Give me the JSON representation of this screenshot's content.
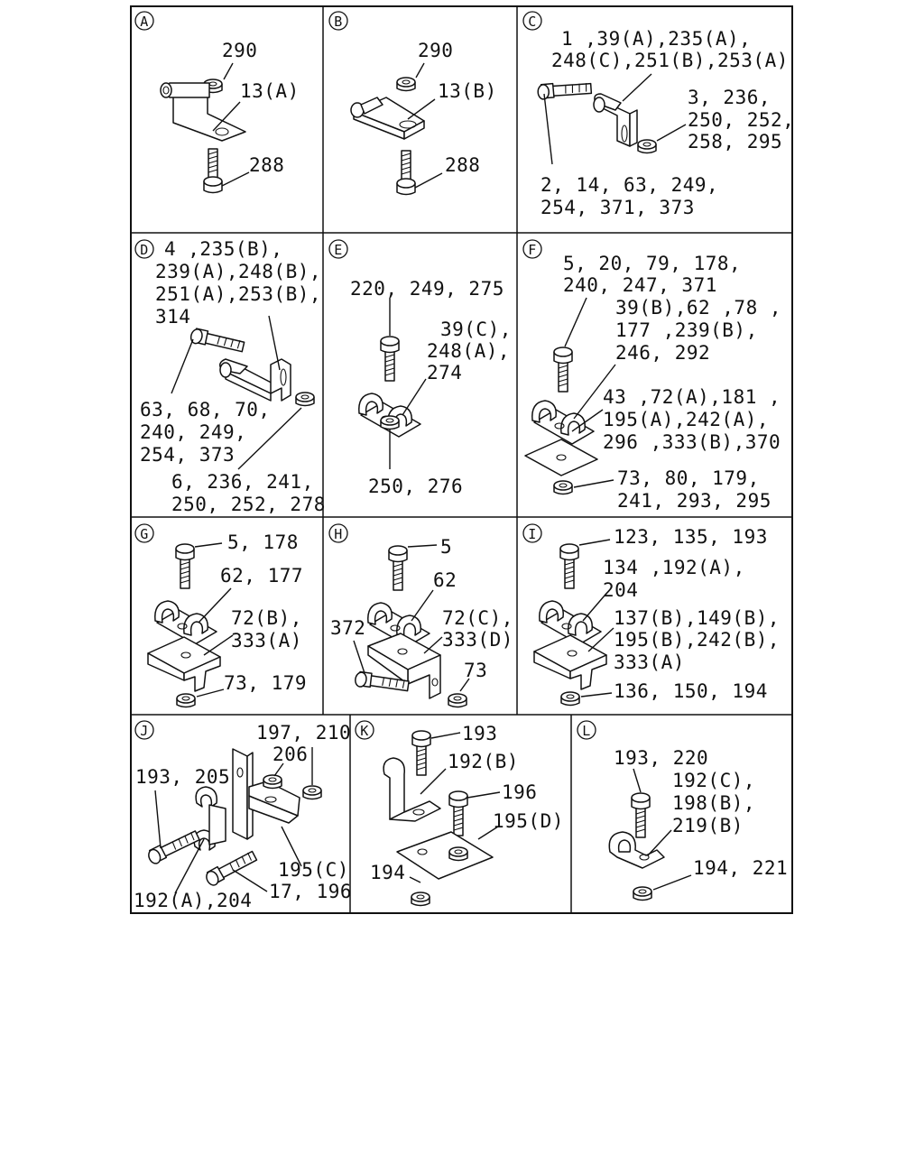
{
  "panels": [
    {
      "id": "A",
      "callouts": [
        [
          "290"
        ],
        [
          "13(A)"
        ],
        [
          "288"
        ]
      ]
    },
    {
      "id": "B",
      "callouts": [
        [
          "290"
        ],
        [
          "13(B)"
        ],
        [
          "288"
        ]
      ]
    },
    {
      "id": "C",
      "callouts": [
        [
          "1 ,39(A),235(A),",
          "248(C),251(B),253(A)"
        ],
        [
          "3, 236,",
          "250, 252,",
          "258, 295"
        ],
        [
          "2, 14, 63, 249,",
          "254, 371, 373"
        ]
      ]
    },
    {
      "id": "D",
      "callouts": [
        [
          "4 ,235(B),",
          "239(A),248(B),",
          "251(A),253(B),",
          "314"
        ],
        [
          "63, 68, 70,",
          "240, 249,",
          "254, 373"
        ],
        [
          "6, 236, 241,",
          "250, 252, 278"
        ]
      ]
    },
    {
      "id": "E",
      "callouts": [
        [
          "220, 249, 275"
        ],
        [
          "39(C),",
          "248(A),",
          "274"
        ],
        [
          "250, 276"
        ]
      ]
    },
    {
      "id": "F",
      "callouts": [
        [
          "5, 20, 79, 178,",
          "240, 247, 371"
        ],
        [
          "39(B),62 ,78 ,",
          "177 ,239(B),",
          "246, 292"
        ],
        [
          "43 ,72(A),181 ,",
          "195(A),242(A),",
          "296 ,333(B),370"
        ],
        [
          "73, 80, 179,",
          "241, 293, 295"
        ]
      ]
    },
    {
      "id": "G",
      "callouts": [
        [
          "5, 178"
        ],
        [
          "62, 177"
        ],
        [
          "72(B),",
          "333(A)"
        ],
        [
          "73, 179"
        ]
      ]
    },
    {
      "id": "H",
      "callouts": [
        [
          "5"
        ],
        [
          "62"
        ],
        [
          "72(C),",
          "333(D)"
        ],
        [
          "372"
        ],
        [
          "73"
        ]
      ]
    },
    {
      "id": "I",
      "callouts": [
        [
          "123, 135, 193"
        ],
        [
          "134 ,192(A),",
          "204"
        ],
        [
          "137(B),149(B),",
          "195(B),242(B),",
          "333(A)"
        ],
        [
          "136, 150, 194"
        ]
      ]
    },
    {
      "id": "J",
      "callouts": [
        [
          "197, 210"
        ],
        [
          "206"
        ],
        [
          "193, 205"
        ],
        [
          "195(C)"
        ],
        [
          "17, 196"
        ],
        [
          "192(A),204"
        ]
      ]
    },
    {
      "id": "K",
      "callouts": [
        [
          "193"
        ],
        [
          "192(B)"
        ],
        [
          "196"
        ],
        [
          "195(D)"
        ],
        [
          "194"
        ]
      ]
    },
    {
      "id": "L",
      "callouts": [
        [
          "193, 220"
        ],
        [
          "192(C),",
          "198(B),",
          "219(B)"
        ],
        [
          "194, 221"
        ]
      ]
    }
  ]
}
